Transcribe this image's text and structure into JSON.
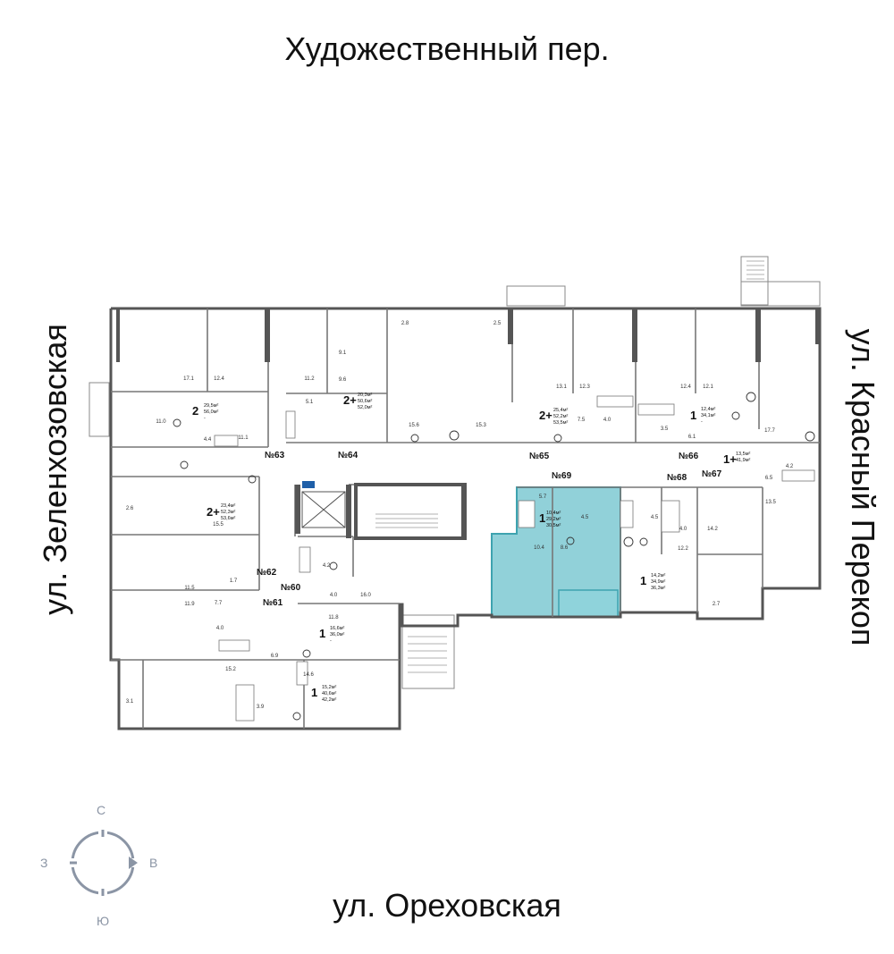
{
  "streets": {
    "top": "Художественный пер.",
    "bottom": "ул. Ореховская",
    "left": "ул. Зеленхозовская",
    "right": "ул. Красный Перекоп"
  },
  "compass": {
    "north": "С",
    "south": "Ю",
    "west": "З",
    "east": "В"
  },
  "colors": {
    "highlight": "#7ec9d2",
    "highlight_border": "#3ea3b0",
    "wall": "#666666",
    "compass": "#8b95a5"
  },
  "apartments": [
    {
      "number": "№63"
    },
    {
      "number": "№64"
    },
    {
      "number": "№65"
    },
    {
      "number": "№66"
    },
    {
      "number": "№67"
    },
    {
      "number": "№68"
    },
    {
      "number": "№69"
    },
    {
      "number": "№62"
    },
    {
      "number": "№61"
    },
    {
      "number": "№60"
    }
  ],
  "unit_badges": [
    {
      "rooms": "2",
      "l1": "29,5м²",
      "l2": "56,0м²",
      "l3": "-"
    },
    {
      "rooms": "2+",
      "l1": "20,3м²",
      "l2": "50,6м²",
      "l3": "52,0м²"
    },
    {
      "rooms": "2+",
      "l1": "25,4м²",
      "l2": "52,2м²",
      "l3": "53,5м²"
    },
    {
      "rooms": "1",
      "l1": "12,4м²",
      "l2": "34,1м²",
      "l3": "-"
    },
    {
      "rooms": "1+",
      "l1": "13,5м²",
      "l2": "41,9м²",
      "l3": ""
    },
    {
      "rooms": "2+",
      "l1": "23,4м²",
      "l2": "52,3м²",
      "l3": "53,6м²"
    },
    {
      "rooms": "1",
      "l1": "10,4м²",
      "l2": "29,2м²",
      "l3": "30,5м²"
    },
    {
      "rooms": "1",
      "l1": "14,2м²",
      "l2": "34,9м²",
      "l3": "36,3м²"
    },
    {
      "rooms": "1",
      "l1": "16,6м²",
      "l2": "36,0м²",
      "l3": "-"
    },
    {
      "rooms": "1",
      "l1": "15,2м²",
      "l2": "40,6м²",
      "l3": "42,2м²"
    }
  ],
  "room_areas": [
    "17.1",
    "12.4",
    "11.0",
    "4.4",
    "11.1",
    "9.1",
    "9.6",
    "11.2",
    "5.1",
    "2.8",
    "2.5",
    "15.6",
    "15.3",
    "13.1",
    "12.3",
    "7.5",
    "4.0",
    "12.4",
    "12.1",
    "3.5",
    "6.1",
    "17.7",
    "4.2",
    "6.5",
    "13.5",
    "2.6",
    "15.5",
    "11.5",
    "1.7",
    "7.7",
    "11.9",
    "4.0",
    "4.2",
    "4.0",
    "16.0",
    "11.8",
    "6.9",
    "15.2",
    "14.6",
    "3.9",
    "3.1",
    "5.7",
    "4.5",
    "10.4",
    "8.6",
    "4.5",
    "4.0",
    "12.2",
    "14.2",
    "2.7"
  ]
}
